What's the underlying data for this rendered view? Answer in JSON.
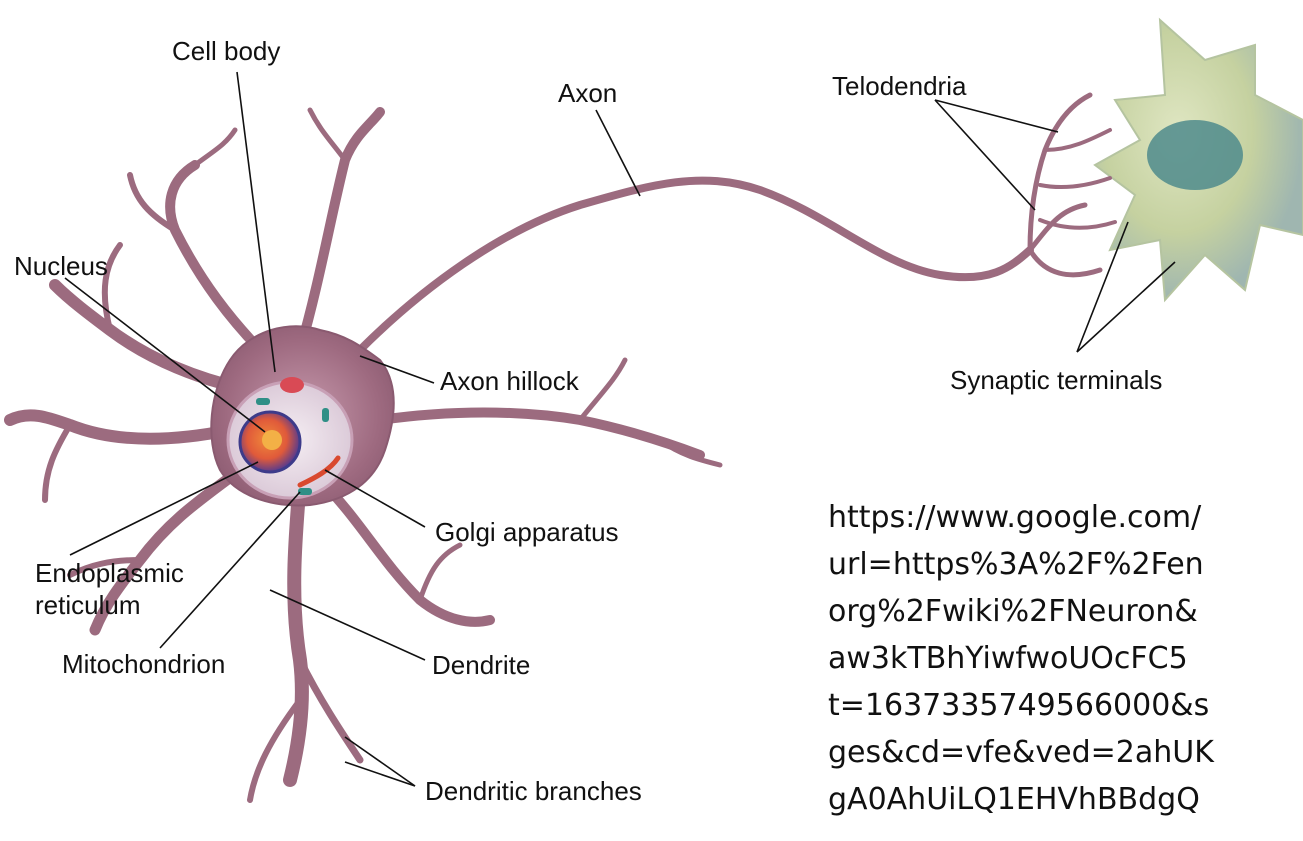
{
  "labels": {
    "cell_body": "Cell body",
    "axon": "Axon",
    "telodendria": "Telodendria",
    "nucleus": "Nucleus",
    "axon_hillock": "Axon hillock",
    "synaptic_terminals": "Synaptic terminals",
    "golgi": "Golgi apparatus",
    "endoplasmic": "Endoplasmic",
    "reticulum": "reticulum",
    "mitochondrion": "Mitochondrion",
    "dendrite": "Dendrite",
    "dendritic_branches": "Dendritic branches"
  },
  "url_lines": [
    "https://www.google.com/",
    "url=https%3A%2F%2Fen",
    "org%2Fwiki%2FNeuron&",
    "aw3kTBhYiwfwoUOcFC5",
    "t=1637335749566000&s",
    "ges&cd=vfe&ved=2ahUK",
    "gA0AhUiLQ1EHVhBBdgQ"
  ],
  "colors": {
    "membrane": "#9c6b7f",
    "membrane_light": "#c49aab",
    "myelin_tint": "#a9c3d8",
    "nucleus": "#e0603a",
    "target_cell": "#c9d6a8"
  }
}
